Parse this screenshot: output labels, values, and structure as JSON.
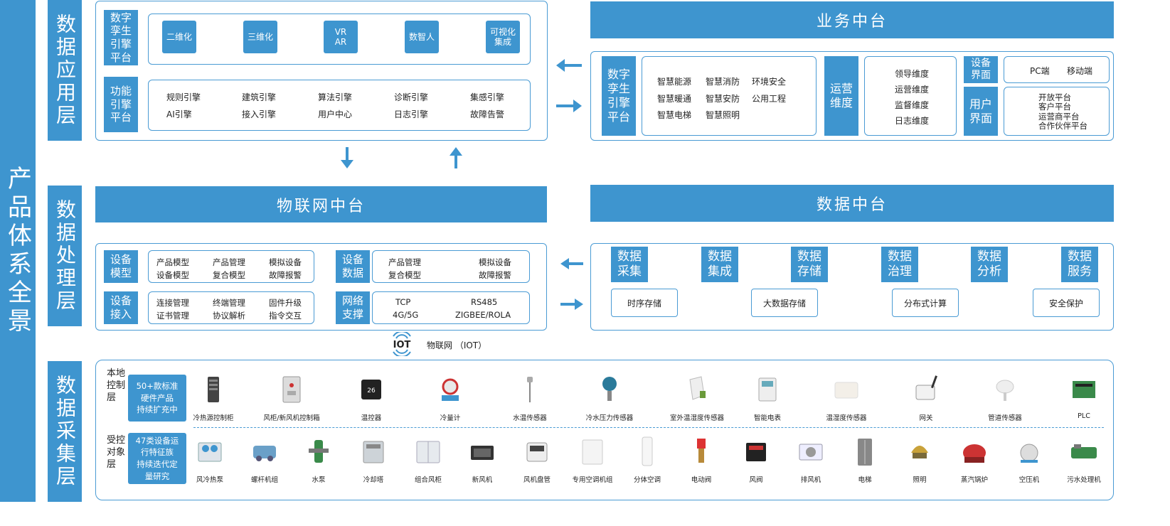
{
  "side_title": "产品体系全景",
  "layers": {
    "app": "数据应用层",
    "process": "数据处理层",
    "collect": "数据采集层"
  },
  "app": {
    "twin_label": "数字\n孪生\n引擎\n平台",
    "twin_items": [
      "二维化",
      "三维化",
      "VR\nAR",
      "数智人",
      "可视化\n集成"
    ],
    "func_label": "功能\n引擎\n平台",
    "func_row1": [
      "规则引擎",
      "建筑引擎",
      "算法引擎",
      "诊断引擎",
      "集感引擎"
    ],
    "func_row2": [
      "AI引擎",
      "接入引擎",
      "用户中心",
      "日志引擎",
      "故障告警"
    ]
  },
  "biz": {
    "title": "业务中台",
    "twin_label": "数字\n孪生\n引擎\n平台",
    "smart_col1": [
      "智慧能源",
      "智慧暖通",
      "智慧电梯"
    ],
    "smart_col2": [
      "智慧消防",
      "智慧安防",
      "智慧照明"
    ],
    "smart_col3": [
      "环境安全",
      "公用工程"
    ],
    "ops_label": "运营\n维度",
    "ops_items": [
      "领导维度",
      "运营维度",
      "监督维度",
      "日志维度"
    ],
    "device_ui_label": "设备\n界面",
    "device_ui_items": [
      "PC端",
      "移动端"
    ],
    "user_ui_label": "用户\n界面",
    "user_ui_items": [
      "开放平台",
      "客户平台",
      "运营商平台",
      "合作伙伴平台"
    ]
  },
  "iot": {
    "title": "物联网中台",
    "model_label": "设备\n模型",
    "model_row1": [
      "产品模型",
      "产品管理",
      "模拟设备"
    ],
    "model_row2": [
      "设备模型",
      "复合模型",
      "故障报警"
    ],
    "access_label": "设备\n接入",
    "access_row1": [
      "连接管理",
      "终端管理",
      "固件升级"
    ],
    "access_row2": [
      "证书管理",
      "协议解析",
      "指令交互"
    ],
    "data_label": "设备\n数据",
    "data_row1": [
      "产品管理",
      "模拟设备"
    ],
    "data_row2": [
      "复合模型",
      "故障报警"
    ],
    "net_label": "网络\n支撑",
    "net_row1": [
      "TCP",
      "RS485"
    ],
    "net_row2": [
      "4G/5G",
      "ZIGBEE/ROLA"
    ],
    "logo_text": "IOT",
    "caption": "物联网 （IOT）"
  },
  "datahub": {
    "title": "数据中台",
    "tiles": [
      "数据\n采集",
      "数据\n集成",
      "数据\n存储",
      "数据\n治理",
      "数据\n分析",
      "数据\n服务"
    ],
    "boxes": [
      "时序存储",
      "大数据存储",
      "分布式计算",
      "安全保护"
    ]
  },
  "collect": {
    "local_label": "本地\n控制\n层",
    "local_note": "50+款标准\n硬件产品\n持续扩充中",
    "local_devices": [
      "冷热源控制柜",
      "风柜/新风机控制箱",
      "温控器",
      "冷量计",
      "水温传感器",
      "冷水压力传感器",
      "室外温湿度传感器",
      "智能电表",
      "温湿度传感器",
      "网关",
      "管道传感器",
      "PLC"
    ],
    "ctrl_label": "受控\n对象\n层",
    "ctrl_note": "47类设备运\n行特征族\n持续迭代定\n量研究",
    "ctrl_devices": [
      "风冷热泵",
      "螺杆机组",
      "水泵",
      "冷却塔",
      "组合风柜",
      "新风机",
      "风机盘管",
      "专用空调机组",
      "分体空调",
      "电动阀",
      "风阀",
      "排风机",
      "电梯",
      "照明",
      "蒸汽锅炉",
      "空压机",
      "污水处理机"
    ]
  },
  "colors": {
    "accent": "#3e95cf",
    "border": "#4a9bd4"
  }
}
